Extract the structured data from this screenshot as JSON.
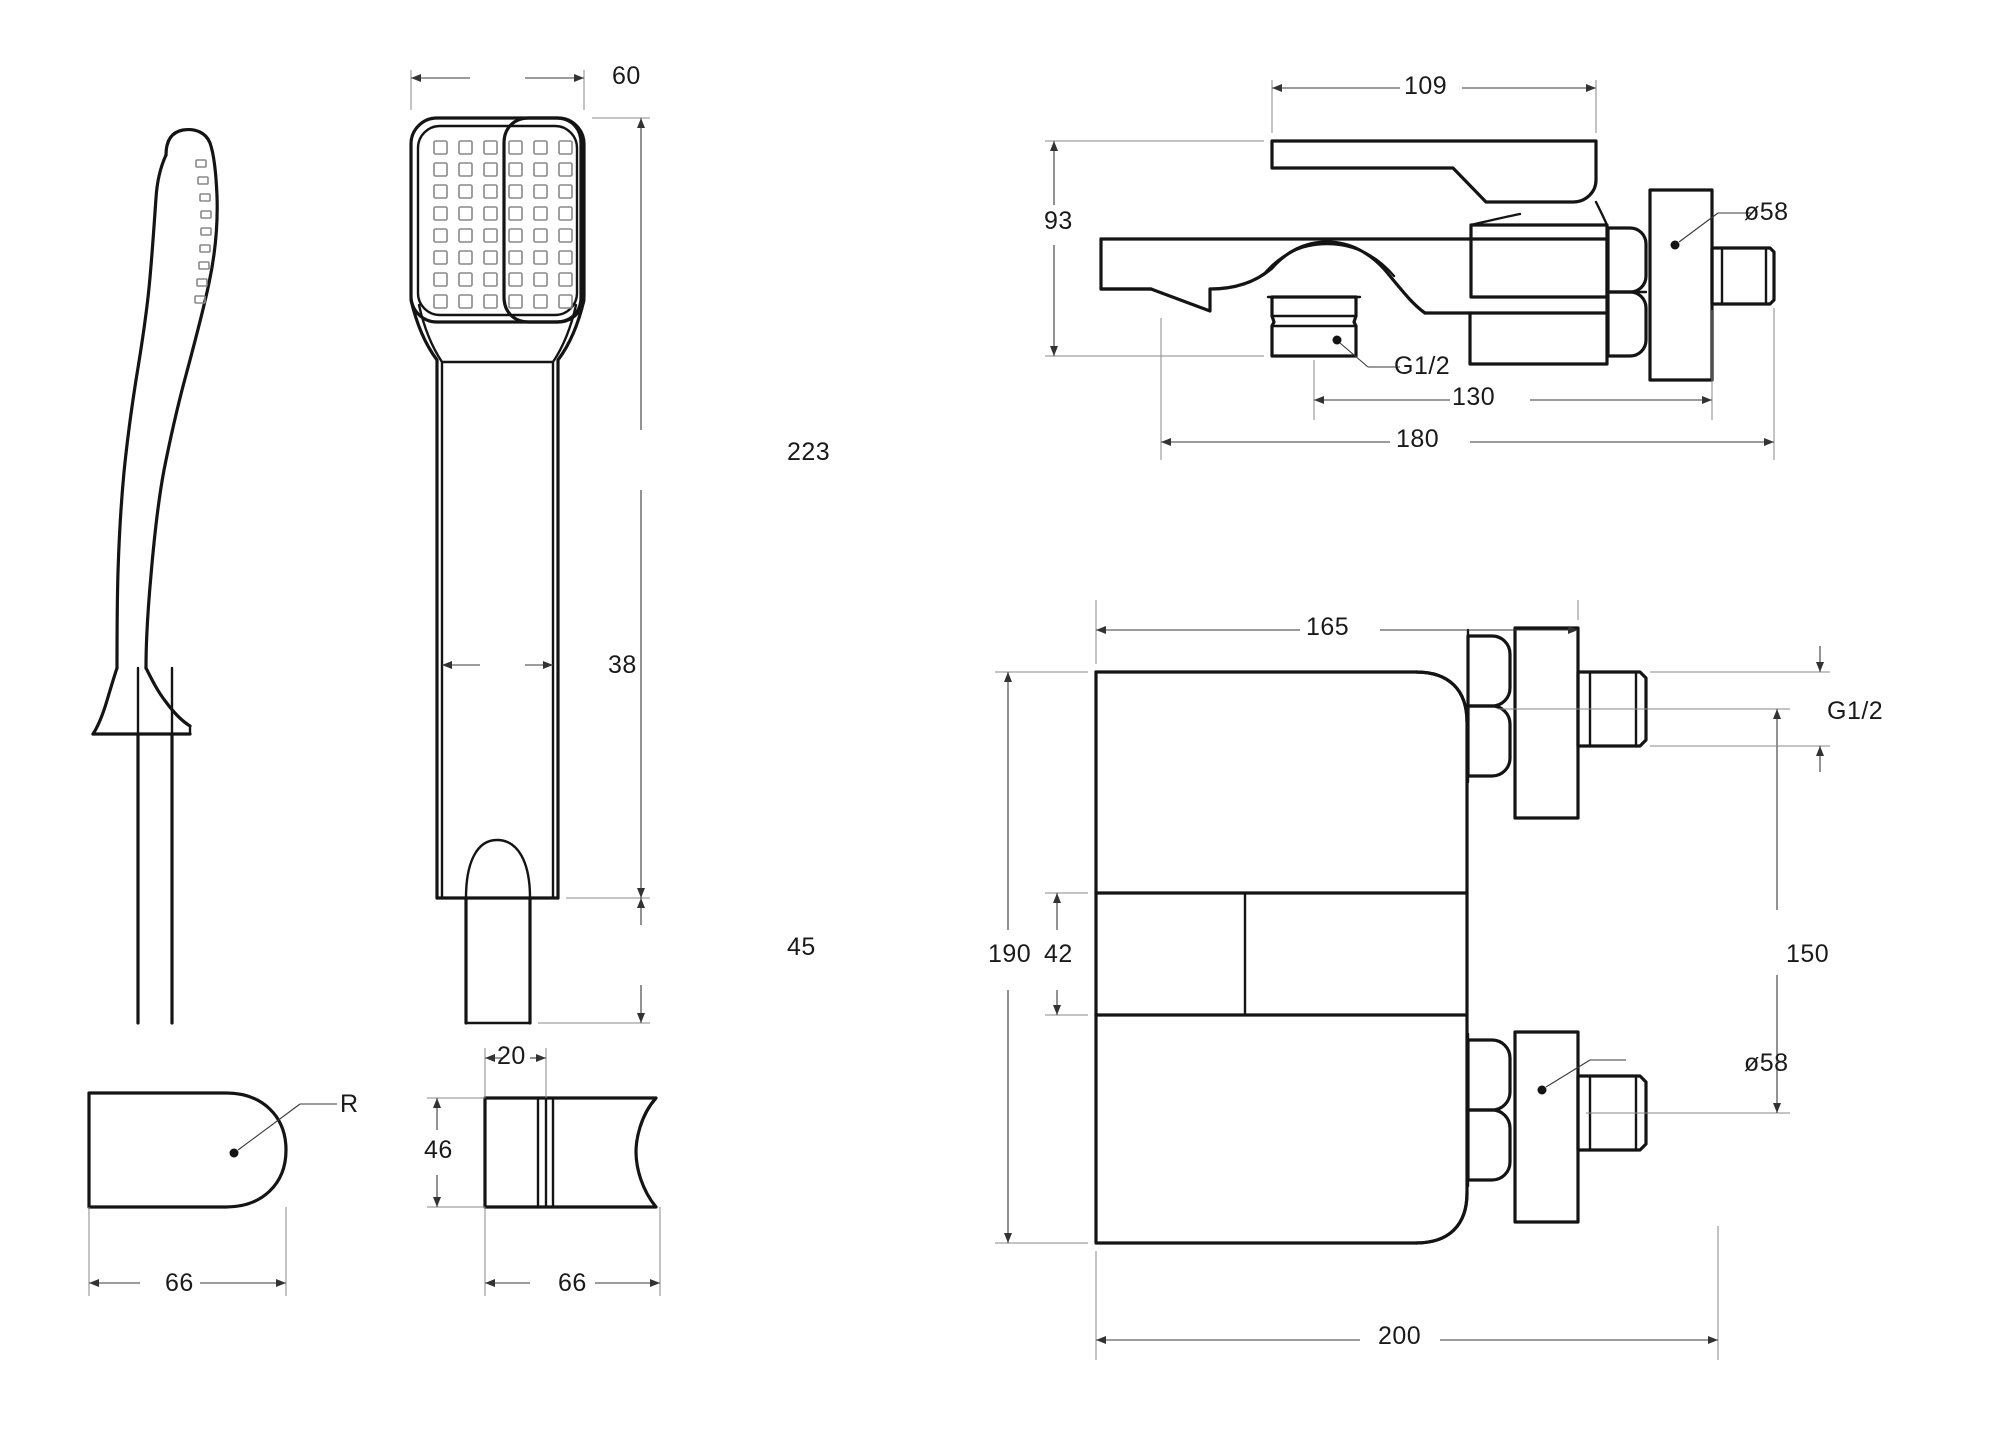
{
  "drawing": {
    "title": "Bath shower mixer technical drawing",
    "units": "mm",
    "line_color": "#141414",
    "dim_color": "#1a1a1a",
    "ext_color": "#8a8a8a",
    "background": "#ffffff"
  },
  "views": {
    "handset_side": {
      "name": "Hand shower side view"
    },
    "handset_front": {
      "name": "Hand shower front view"
    },
    "bracket_top": {
      "name": "Wall bracket top view"
    },
    "bracket_side": {
      "name": "Wall bracket side view"
    },
    "mixer_side": {
      "name": "Bath mixer side view"
    },
    "mixer_front": {
      "name": "Bath mixer front view"
    }
  },
  "dimensions": {
    "handset_head_width": "60",
    "handset_body_height": "223",
    "handset_handle_width": "38",
    "handset_stem_length": "45",
    "bracket_width": "66",
    "bracket_radius": "R",
    "bracket_plate_depth": "20",
    "bracket_height": "46",
    "bracket_depth": "66",
    "mixer_lever_length": "109",
    "mixer_spout_height": "93",
    "mixer_escutcheon_dia_top": "ø58",
    "mixer_thread_top": "G1/2",
    "mixer_depth_130": "130",
    "mixer_depth_180": "180",
    "front_body_width_165": "165",
    "front_total_height_190": "190",
    "front_body_height_42": "42",
    "front_center_distance_150": "150",
    "front_total_width_200": "200",
    "front_thread_label": "G1/2",
    "front_escutcheon_dia_bottom": "ø58"
  }
}
